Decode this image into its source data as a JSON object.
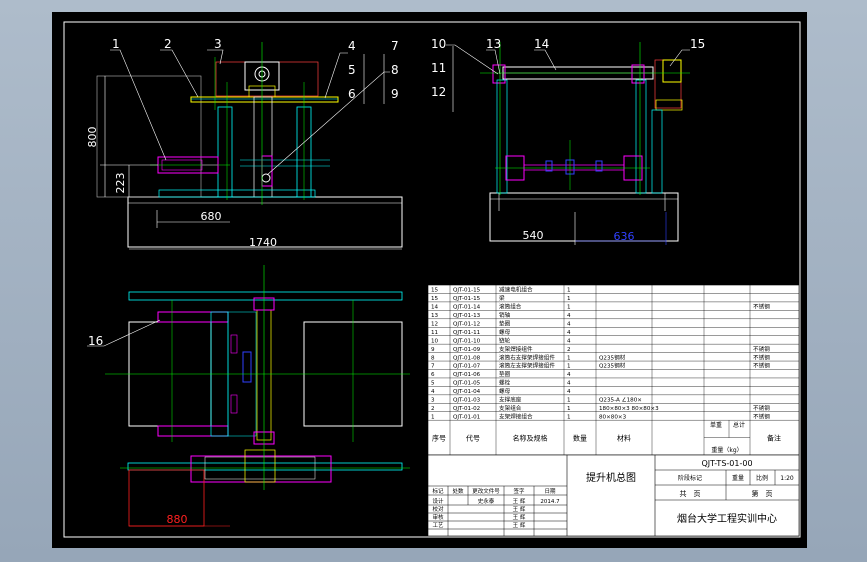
{
  "colors": {
    "bg": "#000000",
    "frame": "#ffffff",
    "dim": "#00ffff",
    "center": "#00ff00",
    "part_label": "#ffffff",
    "yellow": "#ffff00",
    "magenta": "#ff00ff",
    "red": "#ff2020",
    "blue": "#3040ff",
    "table_fill": "#ffffff",
    "table_text": "#000000"
  },
  "balloons": {
    "b1": "1",
    "b2": "2",
    "b3": "3",
    "b4": "4",
    "b5": "5",
    "b6": "6",
    "b7": "7",
    "b8": "8",
    "b9": "9",
    "b10": "10",
    "b11": "11",
    "b12": "12",
    "b13": "13",
    "b14": "14",
    "b15": "15",
    "b16": "16"
  },
  "dimensions": {
    "d800": "800",
    "d223": "223",
    "d680": "680",
    "d1740": "1740",
    "d540": "540",
    "d636": "636",
    "d880": "880"
  },
  "bom": {
    "rows": [
      {
        "no": "15",
        "code": "QJT-01-15",
        "name": "减速电机组合",
        "qty": "1",
        "mat": "",
        "wt": "",
        "total": "",
        "note": ""
      },
      {
        "no": "15",
        "code": "QJT-01-15",
        "name": "梁",
        "qty": "1",
        "mat": "",
        "wt": "",
        "total": "",
        "note": ""
      },
      {
        "no": "14",
        "code": "QJT-01-14",
        "name": "滚筒组合",
        "qty": "1",
        "mat": "",
        "wt": "",
        "total": "",
        "note": "不锈钢"
      },
      {
        "no": "13",
        "code": "QJT-01-13",
        "name": "销轴",
        "qty": "4",
        "mat": "",
        "wt": "",
        "total": "",
        "note": ""
      },
      {
        "no": "12",
        "code": "QJT-01-12",
        "name": "垫圈",
        "qty": "4",
        "mat": "",
        "wt": "",
        "total": "",
        "note": ""
      },
      {
        "no": "11",
        "code": "QJT-01-11",
        "name": "螺母",
        "qty": "4",
        "mat": "",
        "wt": "",
        "total": "",
        "note": ""
      },
      {
        "no": "10",
        "code": "QJT-01-10",
        "name": "链轮",
        "qty": "4",
        "mat": "",
        "wt": "",
        "total": "",
        "note": ""
      },
      {
        "no": "9",
        "code": "QJT-01-09",
        "name": "支架焊接组件",
        "qty": "2",
        "mat": "",
        "wt": "",
        "total": "",
        "note": "不锈钢"
      },
      {
        "no": "8",
        "code": "QJT-01-08",
        "name": "滚筒右支撑架焊接组件",
        "qty": "1",
        "mat": "Q235钢材",
        "wt": "",
        "total": "",
        "note": "不锈钢"
      },
      {
        "no": "7",
        "code": "QJT-01-07",
        "name": "滚筒左支撑架焊接组件",
        "qty": "1",
        "mat": "Q235钢材",
        "wt": "",
        "total": "",
        "note": "不锈钢"
      },
      {
        "no": "6",
        "code": "QJT-01-06",
        "name": "垫圈",
        "qty": "4",
        "mat": "",
        "wt": "",
        "total": "",
        "note": ""
      },
      {
        "no": "5",
        "code": "QJT-01-05",
        "name": "螺栓",
        "qty": "4",
        "mat": "",
        "wt": "",
        "total": "",
        "note": ""
      },
      {
        "no": "4",
        "code": "QJT-01-04",
        "name": "螺母",
        "qty": "4",
        "mat": "",
        "wt": "",
        "total": "",
        "note": ""
      },
      {
        "no": "3",
        "code": "QJT-01-03",
        "name": "支撑底座",
        "qty": "1",
        "mat": "Q235-A ∠180×",
        "wt": "",
        "total": "",
        "note": ""
      },
      {
        "no": "2",
        "code": "QJT-01-02",
        "name": "支架组合",
        "qty": "1",
        "mat": "180×80×3 80×80×3",
        "wt": "",
        "total": "",
        "note": "不锈钢"
      },
      {
        "no": "1",
        "code": "QJT-01-01",
        "name": "支架焊接组合",
        "qty": "1",
        "mat": "80×80×3",
        "wt": "",
        "total": "",
        "note": "不锈钢"
      }
    ],
    "headers": {
      "no": "序号",
      "code": "代号",
      "name": "名称及规格",
      "qty": "数量",
      "mat": "材料",
      "wt_top": "单重",
      "total_top": "总计",
      "wt_bottom": "重量（kg）",
      "note": "备注"
    }
  },
  "title_block": {
    "drawing_name": "提升机总图",
    "drawing_no": "QJT-TS-01-00",
    "stage_label": "阶段标记",
    "weight_label": "重量",
    "scale_label": "比例",
    "scale": "1:20",
    "sheet_total": "共　页",
    "sheet_no": "第　页",
    "company": "烟台大学工程实训中心",
    "rev_headers": [
      "标记",
      "处数",
      "更改文件号",
      "签字",
      "日期"
    ],
    "roles": [
      "设计",
      "校对",
      "审核",
      "工艺"
    ],
    "designer": "史永泰",
    "date": "2014.7",
    "role_vals": [
      "王 辉",
      "王 辉",
      "王 辉",
      "王 辉"
    ]
  }
}
